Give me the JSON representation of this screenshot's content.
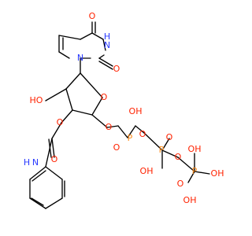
{
  "colors": {
    "oxygen": "#ff2200",
    "nitrogen": "#2a3bff",
    "phosphorus": "#ff8c1a",
    "carbon": "#000000",
    "background": "#ffffff"
  },
  "atoms": {
    "o_top": "O",
    "nh_top": "H",
    "n_top_right": "N",
    "o_right": "O",
    "n_ring1": "N",
    "ho_ring": "HO",
    "o_ring": "O",
    "o_carbamate": "O",
    "o_carbamate_db": "O",
    "nh_amide_h": "H",
    "n_amide": "N",
    "o_link": "O",
    "oh_p1_top": "OH",
    "p1": "P",
    "o_p1_db": "O",
    "o_p1_p2": "O",
    "p2": "P",
    "oh_p2_bot": "OH",
    "o_p2_db": "O",
    "o_p2_p3": "O",
    "oh_p3_top": "OH",
    "p3": "P",
    "o_p3_db": "O",
    "oh_p3_right": "OH",
    "oh_p3_bot": "OH"
  }
}
